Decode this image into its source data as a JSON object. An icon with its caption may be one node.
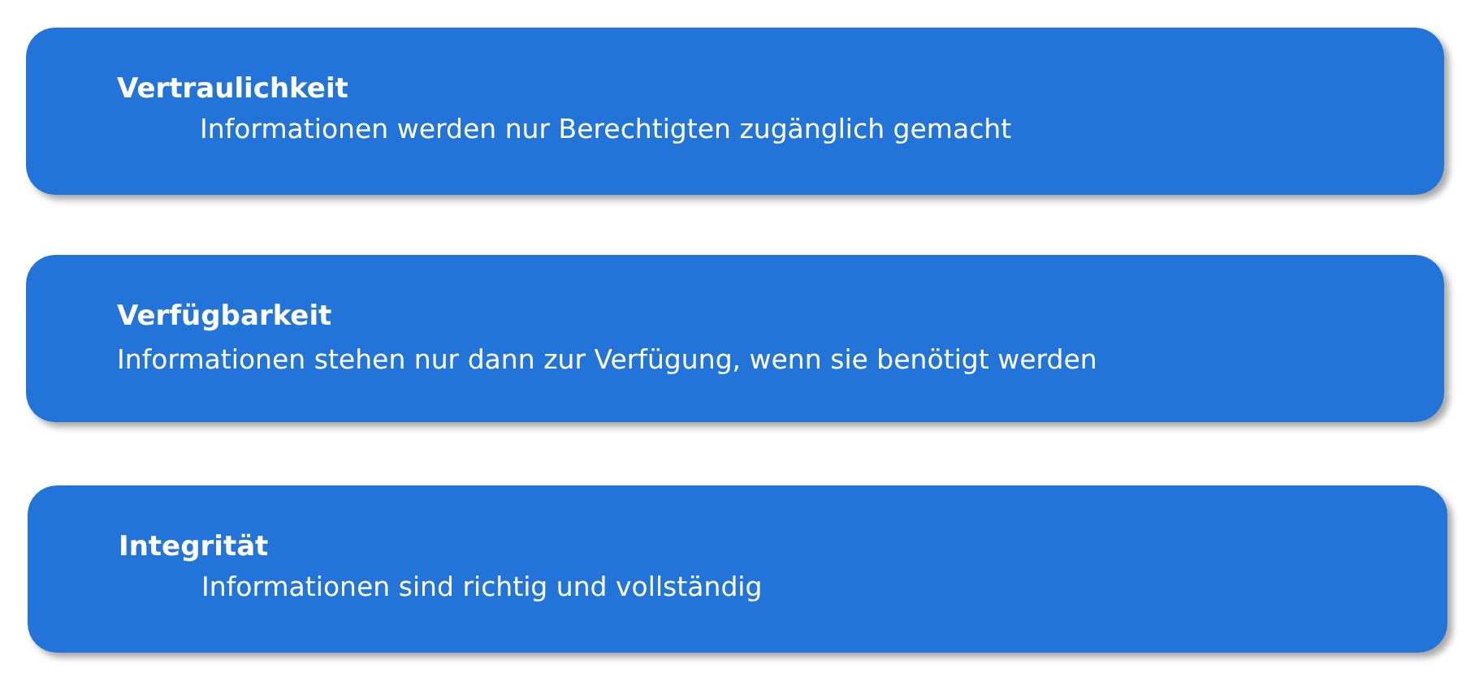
{
  "diagram": {
    "nodes": [
      {
        "text": [
          "Vertraulichkeit",
          "Informationen werden nur Berechtigten zugänglich gemacht"
        ]
      },
      {
        "text": [
          "Verfügbarkeit",
          "Informationen stehen nur dann zur Verfügung, wenn sie benötigt werden"
        ]
      },
      {
        "text": [
          "Integrität",
          "Informationen sind richtig und vollständig"
        ]
      }
    ]
  }
}
